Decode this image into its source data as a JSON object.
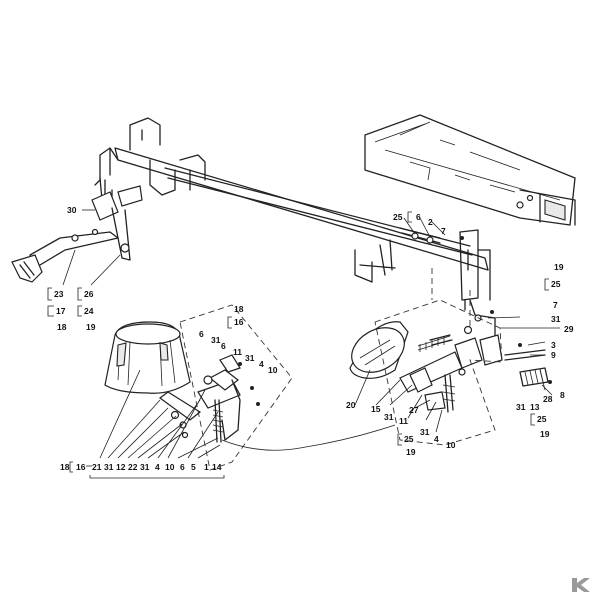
{
  "labels": {
    "l30": "30",
    "l23": "23",
    "l17": "17",
    "l18": "18",
    "l26": "26",
    "l24": "24",
    "l19": "19",
    "l25top": "25",
    "l6top": "6",
    "l2": "2",
    "l7top": "7",
    "l19r": "19",
    "l25r": "25",
    "l7r": "7",
    "l31r": "31",
    "l29": "29",
    "l3": "3",
    "l9": "9",
    "l8": "8",
    "l28": "28",
    "l13": "13",
    "l31b": "31",
    "l25b": "25",
    "l19b": "19",
    "l18m": "18",
    "l16m": "16",
    "l6m": "6",
    "l31m": "31",
    "l6m2": "6",
    "l11m": "11",
    "l31m2": "31",
    "l4m": "4",
    "l10m": "10",
    "b18": "18",
    "b16": "16",
    "bl1": "21",
    "bl2": "31",
    "bl3": "12",
    "bl4": "22",
    "bl5": "31",
    "bl6": "4",
    "bl7": "10",
    "bl8": "6",
    "bl9": "5",
    "bl10": "1",
    "bl11": "14",
    "c20": "20",
    "c15": "15",
    "c31": "31",
    "c11": "11",
    "c27": "27",
    "c31b": "31",
    "c4": "4",
    "c10": "10",
    "c25": "25",
    "c19": "19"
  },
  "colors": {
    "line": "#222222",
    "background": "#ffffff"
  },
  "icons": {
    "logo": "kramp-k-icon"
  }
}
